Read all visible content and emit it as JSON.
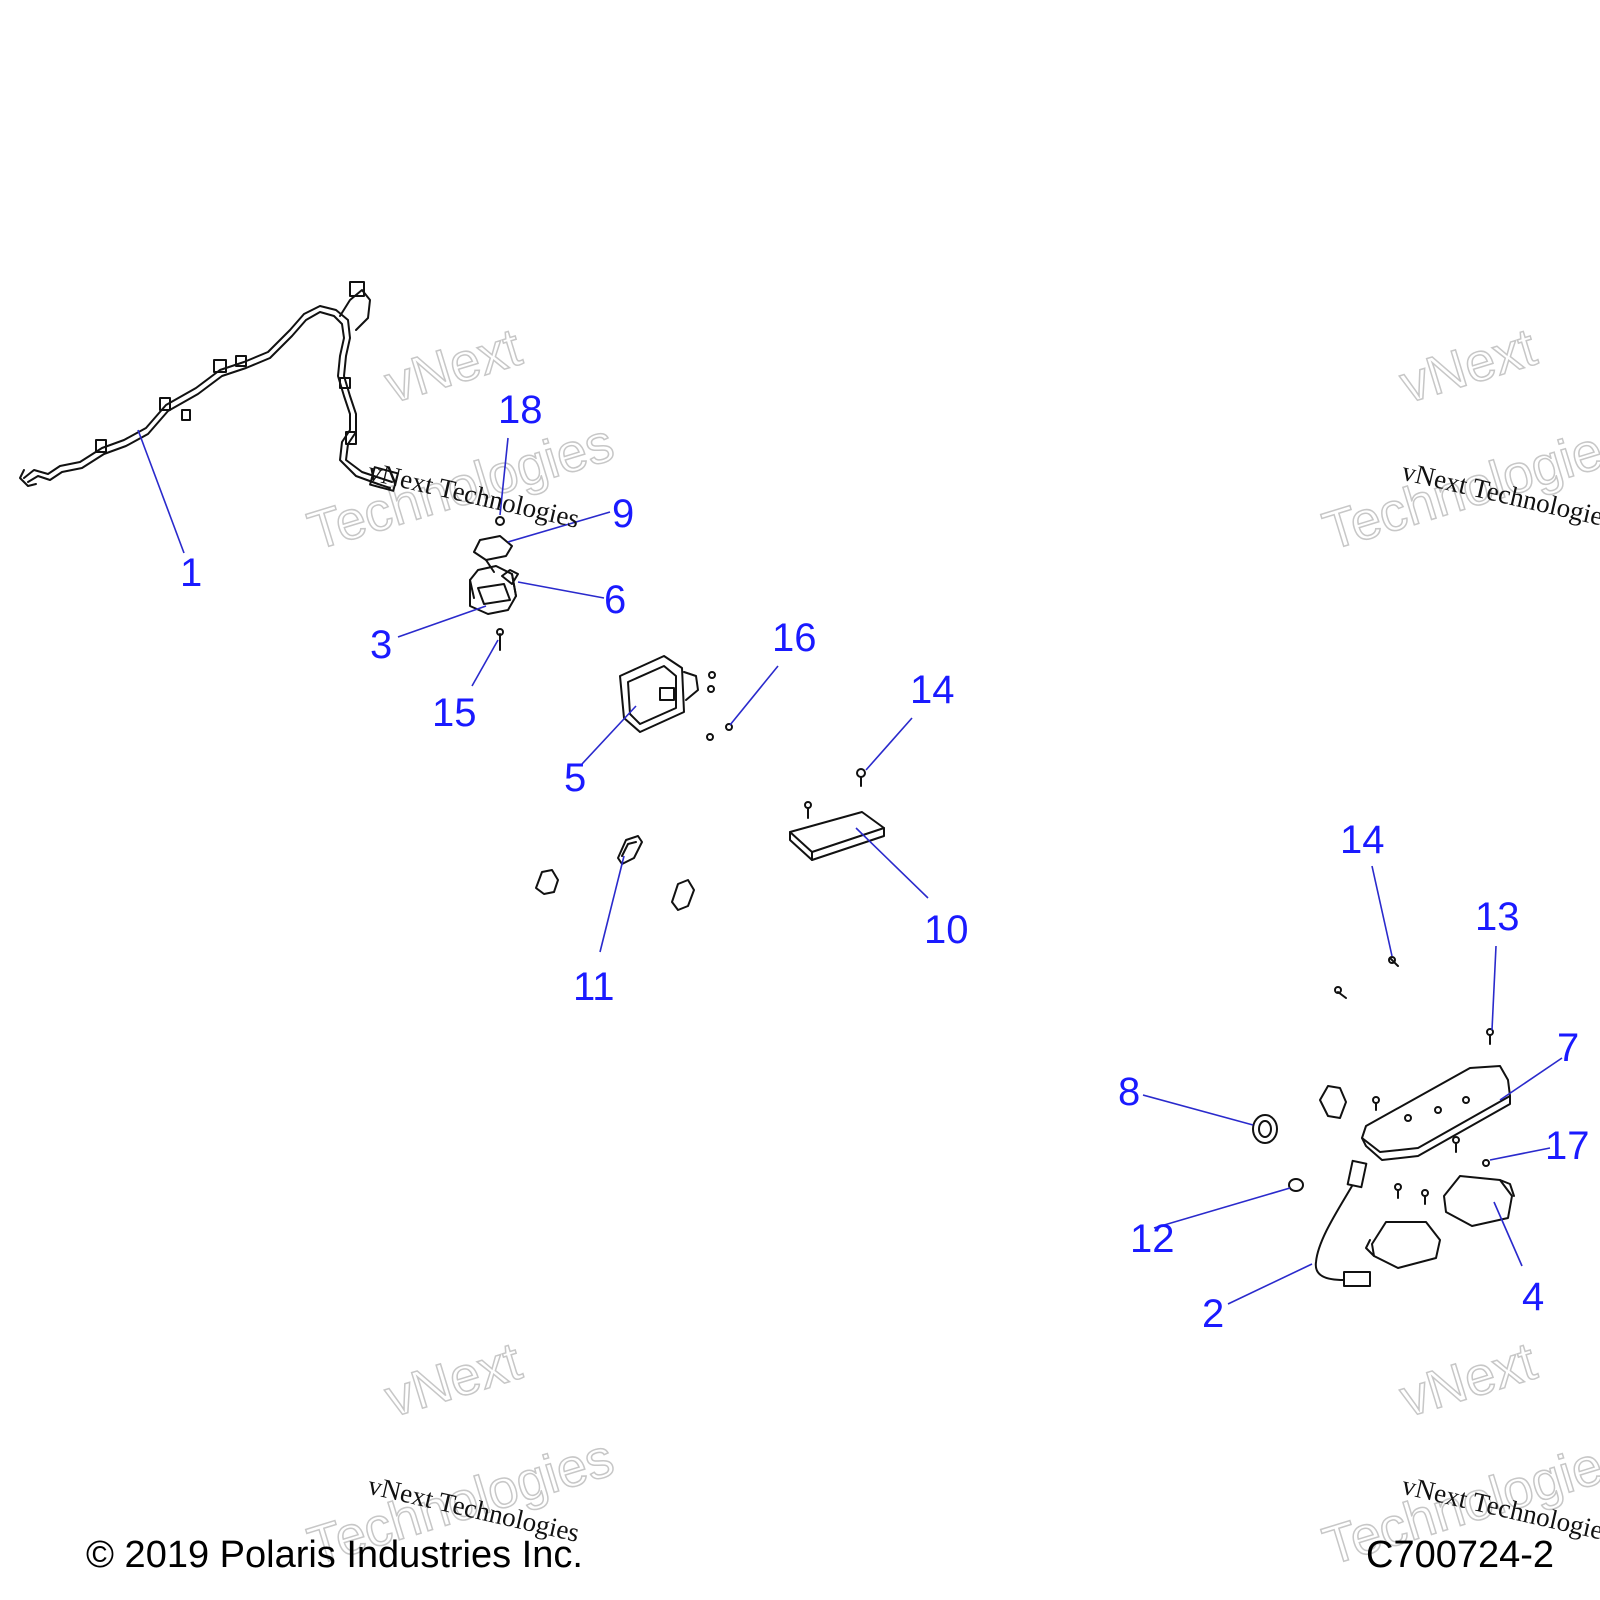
{
  "diagram": {
    "callouts": [
      "1",
      "2",
      "3",
      "4",
      "5",
      "6",
      "7",
      "8",
      "9",
      "10",
      "11",
      "12",
      "13",
      "14",
      "14",
      "15",
      "16",
      "17",
      "18"
    ]
  },
  "watermark": {
    "small": "vNext Technologies",
    "big_line1": "vNext",
    "big_line2": "Technologies"
  },
  "footer": {
    "copyright": "© 2019 Polaris Industries Inc.",
    "diagram_code": "C700724-2"
  },
  "colors": {
    "callout": "#1a1aff",
    "leader": "#2a2acc",
    "linework": "#111111",
    "watermark_outline": "#c7c7c7"
  }
}
